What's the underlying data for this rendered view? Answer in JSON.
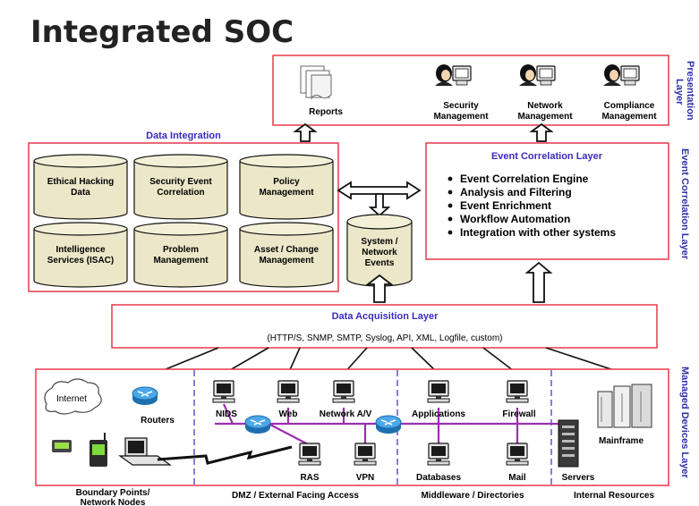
{
  "title": "Integrated SOC",
  "side_labels": {
    "presentation_line1": "Presentation",
    "presentation_line2": "Layer",
    "event_correlation": "Event Correlation Layer",
    "managed_devices": "Managed Devices Layer"
  },
  "presentation": {
    "reports": "Reports",
    "security_line1": "Security",
    "security_line2": "Management",
    "network_line1": "Network",
    "network_line2": "Management",
    "compliance_line1": "Compliance",
    "compliance_line2": "Management"
  },
  "data_integration": {
    "title": "Data Integration",
    "cylinders": [
      {
        "line1": "Ethical Hacking",
        "line2": "Data"
      },
      {
        "line1": "Security Event",
        "line2": "Correlation"
      },
      {
        "line1": "Policy",
        "line2": "Management"
      },
      {
        "line1": "Intelligence",
        "line2": "Services (ISAC)"
      },
      {
        "line1": "Problem",
        "line2": "Management"
      },
      {
        "line1": "Asset / Change",
        "line2": "Management"
      }
    ]
  },
  "system_events": {
    "line1": "System /",
    "line2": "Network",
    "line3": "Events"
  },
  "event_correlation": {
    "title": "Event Correlation Layer",
    "items": [
      "Event Correlation Engine",
      "Analysis and Filtering",
      "Event Enrichment",
      "Workflow Automation",
      "Integration with other systems"
    ]
  },
  "data_acquisition": {
    "title": "Data Acquisition Layer",
    "subtitle": "(HTTP/S, SNMP, SMTP, Syslog, API, XML, Logfile, custom)"
  },
  "devices": {
    "internet": "Internet",
    "routers": "Routers",
    "nids": "NIDS",
    "web": "Web",
    "network_av": "Network A/V",
    "ras": "RAS",
    "vpn": "VPN",
    "applications": "Applications",
    "firewall": "Firewall",
    "databases": "Databases",
    "mail": "Mail",
    "servers": "Servers",
    "mainframe": "Mainframe"
  },
  "zones": {
    "boundary_line1": "Boundary Points/",
    "boundary_line2": "Network Nodes",
    "dmz": "DMZ / External Facing  Access",
    "middleware": "Middleware / Directories",
    "internal": "Internal Resources"
  },
  "colors": {
    "box_border": "#e8394a",
    "accent_blue": "#3a2bbf",
    "side_label": "#3030a8",
    "cylinder_fill": "#ece7c8",
    "network_line": "#9b2fae",
    "router_blue": "#2f8fd6"
  }
}
